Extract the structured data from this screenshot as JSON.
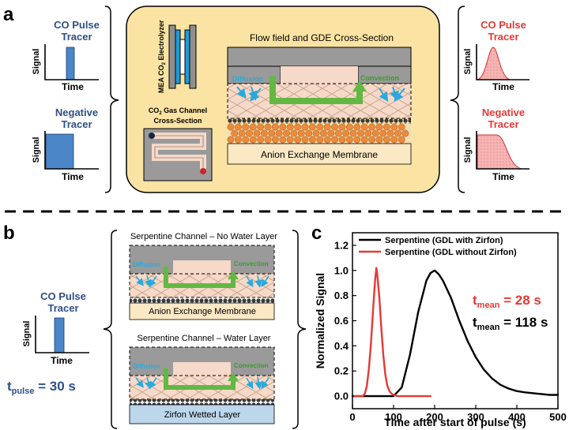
{
  "panel_a": {
    "letter": "a",
    "left": {
      "pulse_title_1": "CO Pulse",
      "pulse_title_2": "Tracer",
      "neg_title_1": "Negative",
      "neg_title_2": "Tracer",
      "signal": "Signal",
      "time": "Time"
    },
    "center": {
      "mea_label": "MEA CO",
      "mea_sub": "2",
      "mea_label_end": " Electrolyzer",
      "gas_channel_1": "CO",
      "gas_channel_1_sub": "2",
      "gas_channel_1_end": " Gas Channel",
      "gas_channel_2": "Cross-Section",
      "flow_title": "Flow field and GDE Cross-Section",
      "diffusion": "Diffusion",
      "convection": "Convection",
      "membrane": "Anion Exchange Membrane"
    },
    "right": {
      "pulse_title_1": "CO Pulse",
      "pulse_title_2": "Tracer",
      "neg_title_1": "Negative",
      "neg_title_2": "Tracer",
      "signal": "Signal",
      "time": "Time"
    }
  },
  "panel_b": {
    "letter": "b",
    "pulse_title_1": "CO Pulse",
    "pulse_title_2": "Tracer",
    "signal": "Signal",
    "time": "Time",
    "t_pulse": "t",
    "t_pulse_sub": "pulse",
    "t_pulse_val": " = 30 s",
    "no_water_title": "Serpentine Channel – No Water Layer",
    "water_title": "Serpentine Channel – Water Layer",
    "diffusion": "Diffusion",
    "convection": "Convection",
    "membrane": "Anion Exchange Membrane",
    "zirfon": "Zirfon Wetted Layer"
  },
  "panel_c": {
    "letter": "c",
    "ann_red_t": "t",
    "ann_red_sub": "mean",
    "ann_red_val": " = 28 s",
    "ann_black_t": "t",
    "ann_black_sub": "mean",
    "ann_black_val": " = 118 s"
  },
  "colors": {
    "blue_title": "#2e4f86",
    "red_title": "#e53935",
    "cyan_text": "#2aa9dc",
    "green_text": "#3e9b2e",
    "yellow_bg": "#fbe3a3",
    "pulse_blue": "#4a86c8",
    "pulse_red": "#ef9a9a",
    "orange_particle": "#ec8a3a"
  },
  "chart_data": {
    "type": "line",
    "xlabel": "Time after start of pulse (s)",
    "ylabel": "Normalized  Signal",
    "xlim": [
      0,
      500
    ],
    "ylim": [
      -0.1,
      1.3
    ],
    "xticks": [
      0,
      100,
      200,
      300,
      400,
      500
    ],
    "yticks": [
      0.0,
      0.2,
      0.4,
      0.6,
      0.8,
      1.0,
      1.2
    ],
    "ytick_labels": [
      "0.0",
      "0.2",
      "0.4",
      "0.6",
      "0.8",
      "1.0",
      "1.2"
    ],
    "legend_position": "top-left",
    "series": [
      {
        "name": "Serpentine (GDL with Zirfon)",
        "color": "#000000",
        "x": [
          0,
          100,
          120,
          140,
          160,
          180,
          190,
          200,
          210,
          220,
          240,
          260,
          280,
          300,
          320,
          340,
          360,
          380,
          400,
          420,
          450,
          480,
          500
        ],
        "y": [
          0.0,
          0.0,
          0.07,
          0.33,
          0.67,
          0.92,
          0.98,
          1.0,
          0.97,
          0.92,
          0.78,
          0.6,
          0.44,
          0.31,
          0.21,
          0.14,
          0.09,
          0.06,
          0.04,
          0.03,
          0.02,
          0.01,
          0.01
        ]
      },
      {
        "name": "Serpentine (GDL without Zirfon)",
        "color": "#e53935",
        "x": [
          5,
          25,
          30,
          35,
          40,
          45,
          50,
          55,
          58,
          60,
          65,
          70,
          75,
          80,
          85,
          90,
          95,
          100,
          110,
          120,
          150,
          190
        ],
        "y": [
          0.0,
          0.0,
          0.02,
          0.08,
          0.22,
          0.42,
          0.68,
          0.92,
          1.02,
          0.98,
          0.8,
          0.55,
          0.33,
          0.17,
          0.08,
          0.04,
          0.02,
          0.01,
          0.0,
          0.0,
          0.0,
          0.0
        ]
      }
    ]
  }
}
